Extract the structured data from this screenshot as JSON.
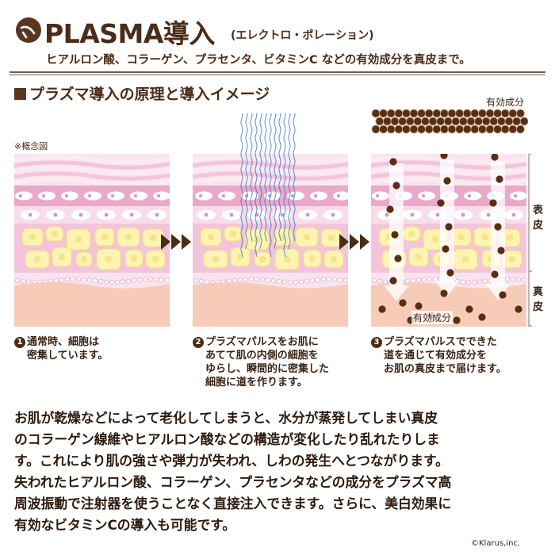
{
  "header": {
    "title": "PLASMA導入",
    "subtitle": "(エレクトロ・ポレーション)",
    "ingredients": "ヒアルロン酸、コラーゲン、プラセンタ、ビタミンC などの有効成分を真皮まで。"
  },
  "section": {
    "heading": "プラズマ導入の原理と導入イメージ"
  },
  "note": "※概念図",
  "labels": {
    "active_top": "有効成分",
    "active_bottom": "有効成分",
    "epidermis": [
      "表",
      "皮"
    ],
    "dermis": [
      "真",
      "皮"
    ]
  },
  "captions": [
    {
      "num": "1",
      "lines": [
        "通常時、細胞は",
        "密集しています。"
      ]
    },
    {
      "num": "2",
      "lines": [
        "プラズマパルスをお肌に",
        "あてて肌の内側の細胞を",
        "ゆらし、瞬間的に密集した",
        "細胞に道を作ります。"
      ]
    },
    {
      "num": "3",
      "lines": [
        "プラズマパルスでできた",
        "道を通じて有効成分を",
        "お肌の真皮まで届けます。"
      ]
    }
  ],
  "body_lines": [
    "お肌が乾燥などによって老化してしまうと、水分が蒸発してしまい真皮",
    "のコラーゲン線維やヒアルロン酸などの構造が変化したり乱れたりしま",
    "す。これにより肌の強さや弾力が失われ、しわの発生へとつながります。",
    "失われたヒアルロン酸、コラーゲン、プラセンタなどの成分をプラズマ高",
    "周波振動で注射器を使うことなく直接注入できます。さらに、美白効果に",
    "有効なビタミンCの導入も可能です。"
  ],
  "copyright": "©Klarus,inc.",
  "colors": {
    "brown": "#4a2c18",
    "pink_light": "#f7dcea",
    "pink_mid": "#e9a9c9",
    "pink_deep": "#df90bd",
    "cream": "#fdf3b2",
    "cream_border": "#f2dd7a",
    "dermis": "#f6ccb8",
    "dot": "#5a2e12",
    "pulse_line": "#2f6fc9"
  }
}
